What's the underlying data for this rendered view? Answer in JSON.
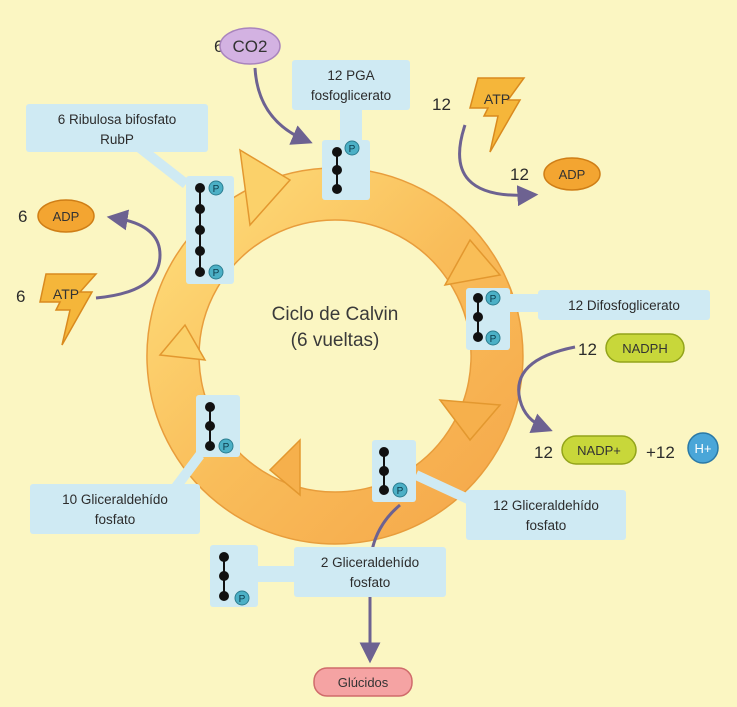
{
  "center": {
    "line1": "Ciclo de Calvin",
    "line2": "(6 vueltas)"
  },
  "co2": {
    "count": "6",
    "label": "CO2"
  },
  "pga": {
    "line1": "12 PGA",
    "line2": "fosfoglicerato"
  },
  "atp_top": {
    "count": "12",
    "label": "ATP"
  },
  "adp_top": {
    "count": "12",
    "label": "ADP"
  },
  "difosfo": {
    "label": "12 Difosfoglicerato"
  },
  "nadph": {
    "count": "12",
    "label": "NADPH"
  },
  "nadp": {
    "count": "12",
    "label": "NADP+",
    "plus": "+12",
    "h": "H+"
  },
  "gal12": {
    "line1": "12 Gliceraldehído",
    "line2": "fosfato"
  },
  "gal2": {
    "line1": "2 Gliceraldehído",
    "line2": "fosfato"
  },
  "glucidos": {
    "label": "Glúcidos"
  },
  "gal10": {
    "line1": "10 Gliceraldehído",
    "line2": "fosfato"
  },
  "atp_left": {
    "count": "6",
    "label": "ATP"
  },
  "adp_left": {
    "count": "6",
    "label": "ADP"
  },
  "rubp": {
    "line1": "6 Ribulosa bifosfato",
    "line2": "RubP"
  },
  "phosphate": {
    "symbol": "P"
  },
  "colors": {
    "ring": "#f6c058",
    "atp": "#f5b63a",
    "adp": "#f3a531",
    "co2": "#d3b2e2",
    "nadph": "#c8d73a",
    "h": "#4aa6d8",
    "glucidos": "#f5a3a3",
    "box": "#cfeaf3",
    "arrow": "#6d6291"
  }
}
